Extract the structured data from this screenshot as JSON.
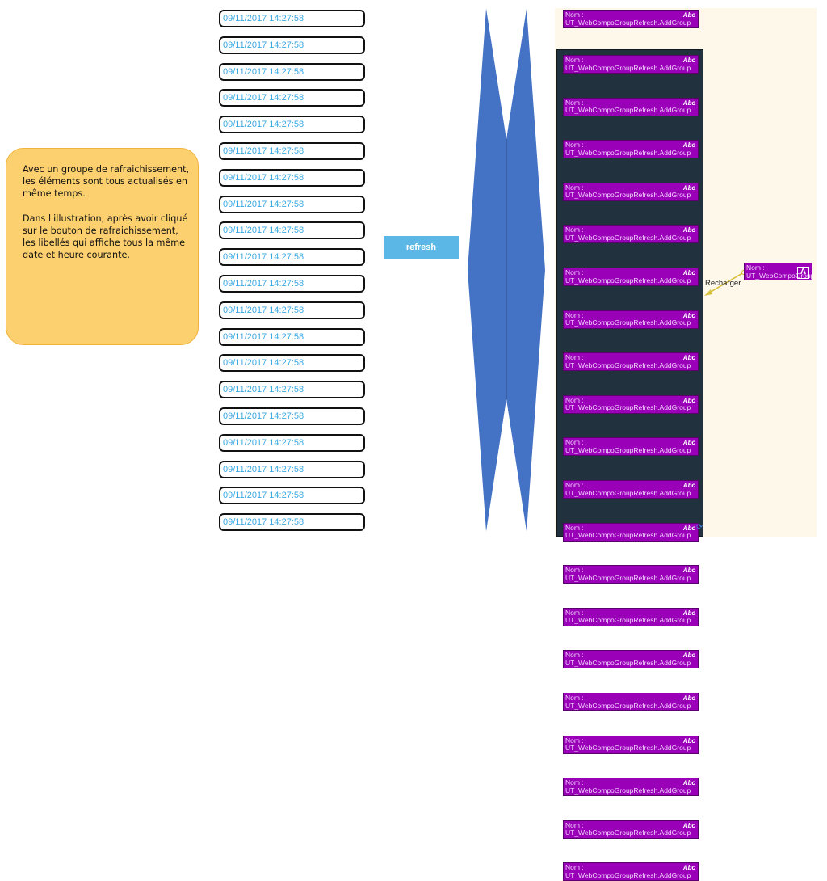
{
  "note": {
    "paragraph_1": "Avec un groupe de rafraichissement, les éléments sont tous actualisés en même temps.",
    "paragraph_2": "Dans l'illustration, après avoir cliqué sur le bouton de rafraichissement, les libellés qui affiche tous la même  date et heure courante."
  },
  "timestamps": [
    "09/11/2017 14:27:58",
    "09/11/2017 14:27:58",
    "09/11/2017 14:27:58",
    "09/11/2017 14:27:58",
    "09/11/2017 14:27:58",
    "09/11/2017 14:27:58",
    "09/11/2017 14:27:58",
    "09/11/2017 14:27:58",
    "09/11/2017 14:27:58",
    "09/11/2017 14:27:58",
    "09/11/2017 14:27:58",
    "09/11/2017 14:27:58",
    "09/11/2017 14:27:58",
    "09/11/2017 14:27:58",
    "09/11/2017 14:27:58",
    "09/11/2017 14:27:58",
    "09/11/2017 14:27:58",
    "09/11/2017 14:27:58",
    "09/11/2017 14:27:58",
    "09/11/2017 14:27:58"
  ],
  "refresh_button": {
    "label": "refresh"
  },
  "editor": {
    "solo_field": {
      "name": "Nom :",
      "sub": "UT_WebCompoGroupRefresh.AddGroup"
    },
    "group_field": {
      "name": "Nom :",
      "sub": "UT_WebCompoGroupRefresh.AddGroup"
    },
    "group_row_count": 20,
    "external_field": {
      "name": "Nom :",
      "sub": "UT_WebCompoGroupRefresh"
    },
    "link_label": "Recharger",
    "field_badge": "Abc",
    "external_badge": "A"
  },
  "colors": {
    "note_bg": "#fcd06e",
    "timestamp_text": "#3aa8e2",
    "button_bg": "#5ab7e6",
    "arrow": "#4472c4",
    "field_bg": "#9a00b8",
    "group_bg": "#21323e",
    "link": "#d8c040"
  },
  "icons": {
    "field_type": "text-field-icon",
    "external_type": "letter-a-icon",
    "reference": "refresh-link-icon"
  }
}
